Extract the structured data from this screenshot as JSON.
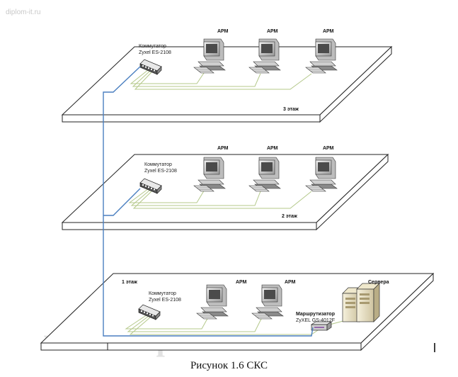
{
  "watermark": {
    "top": "diplom-it.ru",
    "bottom": "www.diplom-it.ru"
  },
  "floors": [
    {
      "floor_label": "3 этаж",
      "switch_label": [
        "Коммутатор",
        "Zyxel ES-2108"
      ],
      "workstations": [
        "АРМ",
        "АРМ",
        "АРМ"
      ]
    },
    {
      "floor_label": "2 этаж",
      "switch_label": [
        "Коммутатор",
        "Zyxel ES-2108"
      ],
      "workstations": [
        "АРМ",
        "АРМ",
        "АРМ"
      ]
    },
    {
      "floor_label": "1 этаж",
      "switch_label": [
        "Коммутатор",
        "Zyxel ES-2108"
      ],
      "workstations": [
        "АРМ",
        "АРМ"
      ],
      "router_label": [
        "Маршрутизатор",
        "ZyXEL GS-4012F"
      ],
      "servers_label": "Сервера"
    }
  ],
  "caption": "Рисунок 1.6 СКС",
  "colors": {
    "backbone": "#4a7fc0",
    "lan": "#b4c88a",
    "router_accent": "#7a3c9a"
  }
}
